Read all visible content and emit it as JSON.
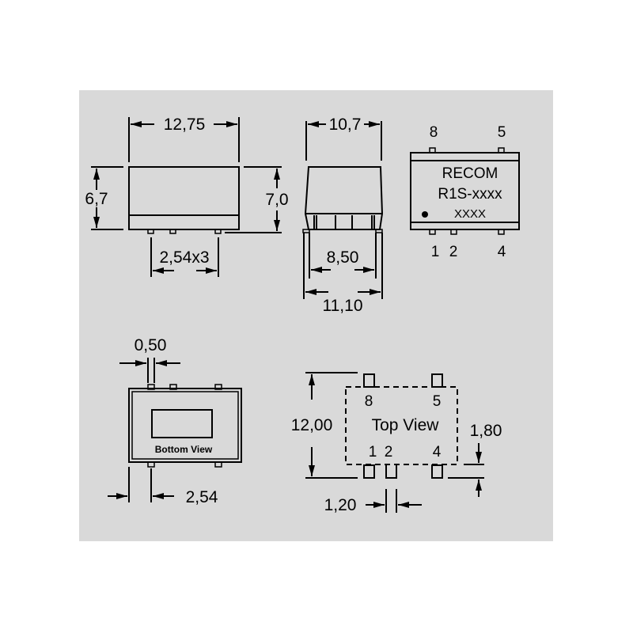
{
  "diagram": {
    "background_color": "#d9d9d9",
    "line_color": "#000000",
    "front_view": {
      "width_label": "12,75",
      "height_label": "6,7",
      "pitch_label": "2,54x3"
    },
    "side_view": {
      "top_width_label": "10,7",
      "height_label": "7,0",
      "inner_width_label": "8,50",
      "outer_width_label": "11,10"
    },
    "top_marking_view": {
      "brand": "RECOM",
      "part_number": "R1S-xxxx",
      "code": "XXXX",
      "pins_top": [
        "8",
        "5"
      ],
      "pins_bottom": [
        "1",
        "2",
        "4"
      ]
    },
    "bottom_view": {
      "title": "Bottom View",
      "pin_width_label": "0,50",
      "pitch_label": "2,54"
    },
    "footprint_view": {
      "title": "Top View",
      "height_label": "12,00",
      "pad_length_label": "1,80",
      "pad_width_label": "1,20",
      "pins_top": [
        "8",
        "5"
      ],
      "pins_bottom": [
        "1",
        "2",
        "4"
      ]
    }
  }
}
